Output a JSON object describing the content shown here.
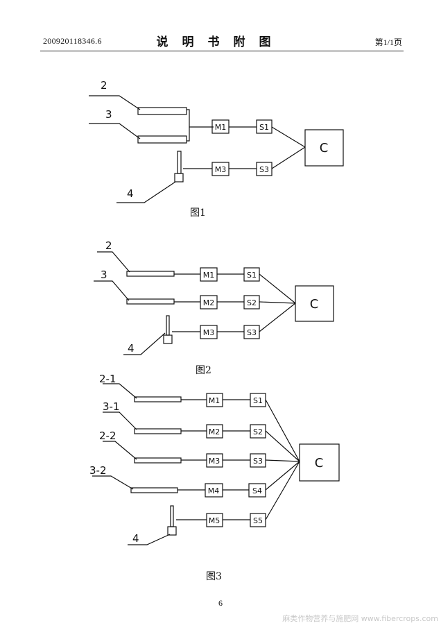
{
  "header": {
    "application_number": "200920118346.6",
    "title": "说明书附图",
    "page_label": "第1/1页"
  },
  "figure1": {
    "caption": "图1",
    "ref_labels": [
      "2",
      "3",
      "4"
    ],
    "modules": [
      "M1",
      "M3"
    ],
    "switches": [
      "S1",
      "S3"
    ],
    "controller": "C"
  },
  "figure2": {
    "caption": "图2",
    "ref_labels": [
      "2",
      "3",
      "4"
    ],
    "modules": [
      "M1",
      "M2",
      "M3"
    ],
    "switches": [
      "S1",
      "S2",
      "S3"
    ],
    "controller": "C"
  },
  "figure3": {
    "caption": "图3",
    "ref_labels": [
      "2-1",
      "3-1",
      "2-2",
      "3-2",
      "4"
    ],
    "modules": [
      "M1",
      "M2",
      "M3",
      "M4",
      "M5"
    ],
    "switches": [
      "S1",
      "S2",
      "S3",
      "S4",
      "S5"
    ],
    "controller": "C"
  },
  "footer": {
    "page_number": "6",
    "watermark": "麻类作物营养与施肥网 www.fibercrops.com"
  }
}
